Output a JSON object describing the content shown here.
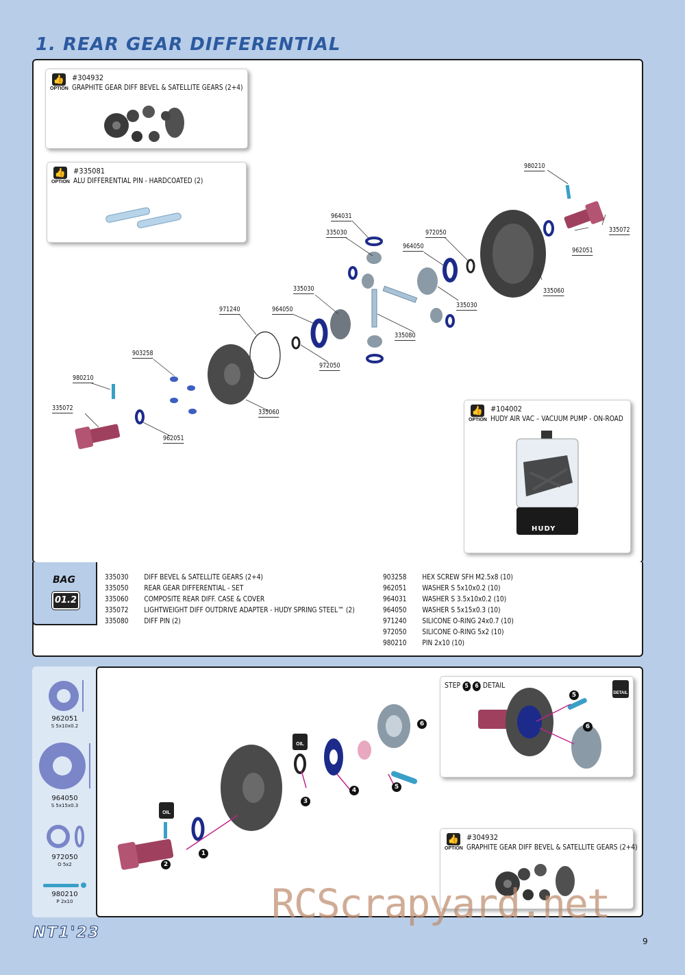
{
  "section_title": "1. REAR GEAR DIFFERENTIAL",
  "option_boxes": {
    "gears": {
      "badge": "OPTION",
      "number": "#304932",
      "desc": "GRAPHITE GEAR DIFF BEVEL & SATELLITE GEARS (2+4)"
    },
    "pin": {
      "badge": "OPTION",
      "number": "#335081",
      "desc": "ALU DIFFERENTIAL PIN - HARDCOATED (2)"
    },
    "pump": {
      "badge": "OPTION",
      "number": "#104002",
      "desc": "HUDY AIR VAC – VACUUM PUMP - ON-ROAD",
      "logo": "HUDY"
    },
    "gears2": {
      "badge": "OPTION",
      "number": "#304932",
      "desc": "GRAPHITE GEAR DIFF BEVEL & SATELLITE GEARS (2+4)"
    }
  },
  "diagram_labels": [
    "980210",
    "335072",
    "962051",
    "964031",
    "335030",
    "972050",
    "964050",
    "335060",
    "335030",
    "971240",
    "964050",
    "335030",
    "335080",
    "972050",
    "903258",
    "980210",
    "335060",
    "335072",
    "962051"
  ],
  "bag": {
    "label": "BAG",
    "number": "01.2"
  },
  "parts_left": [
    {
      "code": "335030",
      "desc": "DIFF BEVEL & SATELLITE GEARS (2+4)"
    },
    {
      "code": "335050",
      "desc": "REAR GEAR DIFFERENTIAL - SET"
    },
    {
      "code": "335060",
      "desc": "COMPOSITE REAR DIFF. CASE & COVER"
    },
    {
      "code": "335072",
      "desc": "LIGHTWEIGHT DIFF OUTDRIVE ADAPTER - HUDY SPRING STEEL™ (2)"
    },
    {
      "code": "335080",
      "desc": "DIFF PIN (2)"
    }
  ],
  "parts_right": [
    {
      "code": "903258",
      "desc": "HEX SCREW SFH M2.5x8  (10)"
    },
    {
      "code": "962051",
      "desc": "WASHER S 5x10x0.2  (10)"
    },
    {
      "code": "964031",
      "desc": "WASHER S 3.5x10x0.2  (10)"
    },
    {
      "code": "964050",
      "desc": "WASHER S 5x15x0.3  (10)"
    },
    {
      "code": "971240",
      "desc": "SILICONE O-RING 24x0.7  (10)"
    },
    {
      "code": "972050",
      "desc": "SILICONE O-RING 5x2  (10)"
    },
    {
      "code": "980210",
      "desc": "PIN 2x10  (10)"
    }
  ],
  "washers": [
    {
      "code": "962051",
      "spec": "S 5x10x0.2"
    },
    {
      "code": "964050",
      "spec": "S 5x15x0.3"
    },
    {
      "code": "972050",
      "spec": "O 5x2"
    },
    {
      "code": "980210",
      "spec": "P 2x10"
    }
  ],
  "step_detail": {
    "title": "STEP",
    "n1": "5",
    "n2": "6",
    "suffix": "DETAIL",
    "badge": "DETAIL"
  },
  "oil_label": "OIL",
  "steps": [
    "1",
    "2",
    "3",
    "4",
    "5",
    "6"
  ],
  "brand": "NT1'23",
  "page_number": "9",
  "watermark": "RCScrapyard.net",
  "colors": {
    "background": "#b8cde8",
    "title": "#2c5aa0",
    "washer": "#7a86c8",
    "outdrive": "#a0405f",
    "washer_dark": "#1c2b8a"
  }
}
